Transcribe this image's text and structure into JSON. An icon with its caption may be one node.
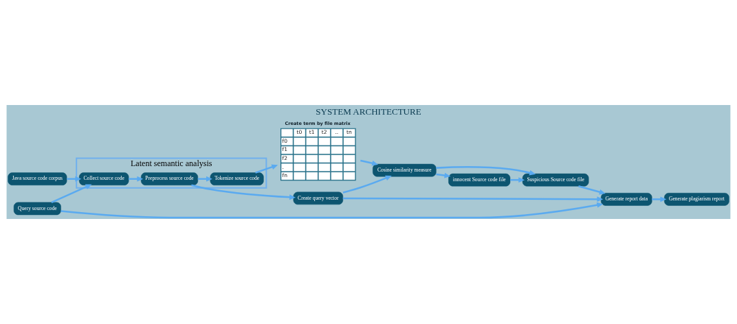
{
  "diagram": {
    "title": "SYSTEM ARCHITECTURE",
    "nodes": [
      {
        "text": [
          "Java source code corpus"
        ]
      },
      {
        "text": [
          "Latent semantic analysis"
        ]
      },
      {
        "text": [
          "Collect source code"
        ],
        "in": 1
      },
      {
        "text": [
          "Preprocess source code"
        ],
        "in": 1
      },
      {
        "text": [
          "Tokenize source code"
        ],
        "in": 1
      },
      {
        "text": [
          "Create term by file matrix",
          "t0",
          "t1",
          "t2",
          "..",
          "tn",
          "f0",
          "f1",
          "f2",
          ".",
          "fn"
        ]
      },
      {
        "text": [
          "Create query vector"
        ]
      },
      {
        "text": [
          "Query source code"
        ]
      },
      {
        "text": [
          "Cosine similarity measure"
        ]
      },
      {
        "text": [
          "Generate report data"
        ]
      },
      {
        "text": [
          "Suspicious Source code file"
        ]
      },
      {
        "text": [
          "innocent Source code file"
        ]
      },
      {
        "text": [
          "Generate plagiarism report"
        ]
      }
    ],
    "edges": [
      {
        "from": 0,
        "to": 2,
        "arrow": "to"
      },
      {
        "from": 2,
        "to": 3,
        "arrow": "to"
      },
      {
        "from": 3,
        "to": 4,
        "arrow": "to"
      },
      {
        "from": 4,
        "to": 5,
        "arrow": "to"
      },
      {
        "from": 3,
        "to": 6,
        "arrow": "to"
      },
      {
        "from": 7,
        "to": 2,
        "arrow": "to"
      },
      {
        "from": 5,
        "to": 8,
        "arrow": "to"
      },
      {
        "from": 6,
        "to": 8,
        "arrow": "to"
      },
      {
        "from": 6,
        "to": 9,
        "arrow": "to"
      },
      {
        "from": 8,
        "to": 10,
        "arrow": "to"
      },
      {
        "from": 8,
        "to": 11,
        "arrow": "to"
      },
      {
        "from": 11,
        "to": 10,
        "arrow": "to"
      },
      {
        "from": 10,
        "to": 9,
        "arrow": "to"
      },
      {
        "from": 7,
        "to": 9,
        "arrow": "to"
      },
      {
        "from": 9,
        "to": 12,
        "arrow": "to"
      }
    ]
  }
}
